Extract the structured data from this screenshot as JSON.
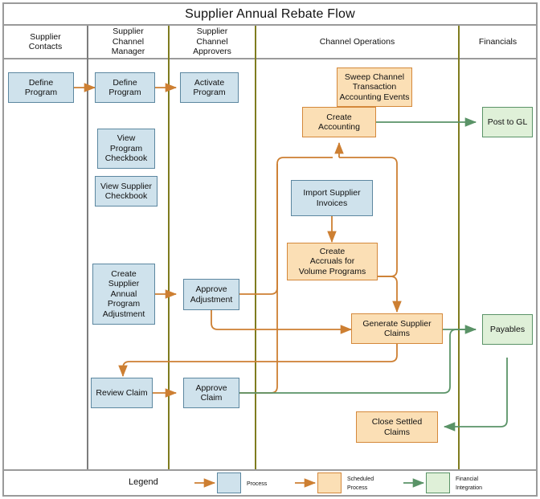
{
  "diagram": {
    "title": "Supplier Annual Rebate Flow",
    "type": "swimlane-flowchart"
  },
  "lanes": [
    {
      "label": "Supplier\nContacts",
      "line1": "Supplier",
      "line2": "Contacts",
      "line3": ""
    },
    {
      "label": "Supplier Channel Manager",
      "line1": "Supplier",
      "line2": "Channel",
      "line3": "Manager"
    },
    {
      "label": "Supplier Channel Approvers",
      "line1": "Supplier",
      "line2": "Channel",
      "line3": "Approvers"
    },
    {
      "label": "Channel Operations",
      "line1": "Channel Operations",
      "line2": "",
      "line3": ""
    },
    {
      "label": "Financials",
      "line1": "Financials",
      "line2": "",
      "line3": ""
    }
  ],
  "nodes": [
    {
      "id": "define-program-contacts",
      "label": "Define Program",
      "lane": "Supplier Contacts",
      "kind": "process"
    },
    {
      "id": "define-program-manager",
      "label": "Define Program",
      "lane": "Supplier Channel Manager",
      "kind": "process"
    },
    {
      "id": "view-program-checkbook",
      "label": "View Program Checkbook",
      "lane": "Supplier Channel Manager",
      "kind": "process"
    },
    {
      "id": "view-supplier-checkbook",
      "label": "View Supplier Checkbook",
      "lane": "Supplier Channel Manager",
      "kind": "process"
    },
    {
      "id": "create-supplier-annual-program-adjustment",
      "label": "Create Supplier Annual Program Adjustment",
      "lane": "Supplier Channel Manager",
      "kind": "process"
    },
    {
      "id": "review-claim",
      "label": "Review Claim",
      "lane": "Supplier Channel Manager",
      "kind": "process"
    },
    {
      "id": "activate-program",
      "label": "Activate Program",
      "lane": "Supplier Channel Approvers",
      "kind": "process"
    },
    {
      "id": "approve-adjustment",
      "label": "Approve Adjustment",
      "lane": "Supplier Channel Approvers",
      "kind": "process"
    },
    {
      "id": "approve-claim",
      "label": "Approve Claim",
      "lane": "Supplier Channel Approvers",
      "kind": "process"
    },
    {
      "id": "sweep-channel-transaction-accounting-events",
      "label": "Sweep Channel Transaction Accounting Events",
      "lane": "Channel Operations",
      "kind": "scheduled"
    },
    {
      "id": "create-accounting",
      "label": "Create Accounting",
      "lane": "Channel Operations",
      "kind": "scheduled"
    },
    {
      "id": "import-supplier-invoices",
      "label": "Import Supplier Invoices",
      "lane": "Channel Operations",
      "kind": "process"
    },
    {
      "id": "create-accruals-for-volume-programs",
      "label": "Create Accruals for Volume Programs",
      "lane": "Channel Operations",
      "kind": "scheduled"
    },
    {
      "id": "generate-supplier-claims",
      "label": "Generate Supplier Claims",
      "lane": "Channel Operations",
      "kind": "scheduled"
    },
    {
      "id": "close-settled-claims",
      "label": "Close Settled Claims",
      "lane": "Channel Operations",
      "kind": "scheduled"
    },
    {
      "id": "post-to-gl",
      "label": "Post to GL",
      "lane": "Financials",
      "kind": "financial"
    },
    {
      "id": "payables",
      "label": "Payables",
      "lane": "Financials",
      "kind": "financial"
    }
  ],
  "node_labels": {
    "define_program_contacts": "Define\nProgram",
    "define_program_contacts_l1": "Define",
    "define_program_contacts_l2": "Program",
    "define_program_manager_l1": "Define",
    "define_program_manager_l2": "Program",
    "view_program_checkbook_l1": "View",
    "view_program_checkbook_l2": "Program",
    "view_program_checkbook_l3": "Checkbook",
    "view_supplier_checkbook_l1": "View Supplier",
    "view_supplier_checkbook_l2": "Checkbook",
    "create_adjustment_l1": "Create",
    "create_adjustment_l2": "Supplier",
    "create_adjustment_l3": "Annual",
    "create_adjustment_l4": "Program",
    "create_adjustment_l5": "Adjustment",
    "review_claim": "Review Claim",
    "activate_program_l1": "Activate",
    "activate_program_l2": "Program",
    "approve_adjustment_l1": "Approve",
    "approve_adjustment_l2": "Adjustment",
    "approve_claim_l1": "Approve",
    "approve_claim_l2": "Claim",
    "sweep_l1": "Sweep Channel",
    "sweep_l2": "Transaction",
    "sweep_l3": "Accounting Events",
    "create_accounting_l1": "Create",
    "create_accounting_l2": "Accounting",
    "import_invoices_l1": "Import Supplier",
    "import_invoices_l2": "Invoices",
    "accruals_l1": "Create",
    "accruals_l2": "Accruals for",
    "accruals_l3": "Volume Programs",
    "generate_claims_l1": "Generate Supplier",
    "generate_claims_l2": "Claims",
    "close_settled_l1": "Close Settled",
    "close_settled_l2": "Claims",
    "post_to_gl": "Post to GL",
    "payables": "Payables"
  },
  "legend": {
    "title": "Legend",
    "items": [
      {
        "label": "Process",
        "line1": "Process",
        "line2": "",
        "color": "#cfe2ec",
        "arrow_color": "#cd7f32"
      },
      {
        "label": "Scheduled Process",
        "line1": "Scheduled",
        "line2": "Process",
        "color": "#fbdfb5",
        "arrow_color": "#cd7f32"
      },
      {
        "label": "Financial Integration",
        "line1": "Financial",
        "line2": "Integration",
        "color": "#dff0d8",
        "arrow_color": "#5a9367"
      }
    ]
  },
  "colors": {
    "process_fill": "#cfe2ec",
    "process_border": "#5c87a0",
    "scheduled_fill": "#fbdfb5",
    "scheduled_border": "#d4883b",
    "financial_fill": "#dff0d8",
    "financial_border": "#5a9367",
    "orange_connector": "#cd7f32",
    "green_connector": "#5a9367",
    "lane_divider_gray": "#7d7d7d",
    "lane_divider_olive": "#7f7c1f",
    "frame": "#9a9a9a"
  },
  "edges": [
    {
      "from": "define-program-contacts",
      "to": "define-program-manager",
      "color": "orange"
    },
    {
      "from": "define-program-manager",
      "to": "activate-program",
      "color": "orange"
    },
    {
      "from": "create-supplier-annual-program-adjustment",
      "to": "approve-adjustment",
      "color": "orange"
    },
    {
      "from": "approve-adjustment",
      "to": "create-accounting",
      "color": "orange"
    },
    {
      "from": "approve-adjustment",
      "to": "generate-supplier-claims",
      "color": "orange"
    },
    {
      "from": "import-supplier-invoices",
      "to": "create-accruals-for-volume-programs",
      "color": "orange"
    },
    {
      "from": "create-accruals-for-volume-programs",
      "to": "generate-supplier-claims",
      "color": "orange"
    },
    {
      "from": "create-accruals-for-volume-programs",
      "to": "create-accounting",
      "color": "orange"
    },
    {
      "from": "generate-supplier-claims",
      "to": "review-claim",
      "color": "orange"
    },
    {
      "from": "review-claim",
      "to": "approve-claim",
      "color": "orange"
    },
    {
      "from": "approve-claim",
      "to": "create-accounting",
      "color": "orange"
    },
    {
      "from": "create-accounting",
      "to": "post-to-gl",
      "color": "green"
    },
    {
      "from": "generate-supplier-claims",
      "to": "payables",
      "color": "green"
    },
    {
      "from": "approve-claim",
      "to": "payables",
      "color": "green"
    },
    {
      "from": "payables",
      "to": "close-settled-claims",
      "color": "green"
    }
  ]
}
